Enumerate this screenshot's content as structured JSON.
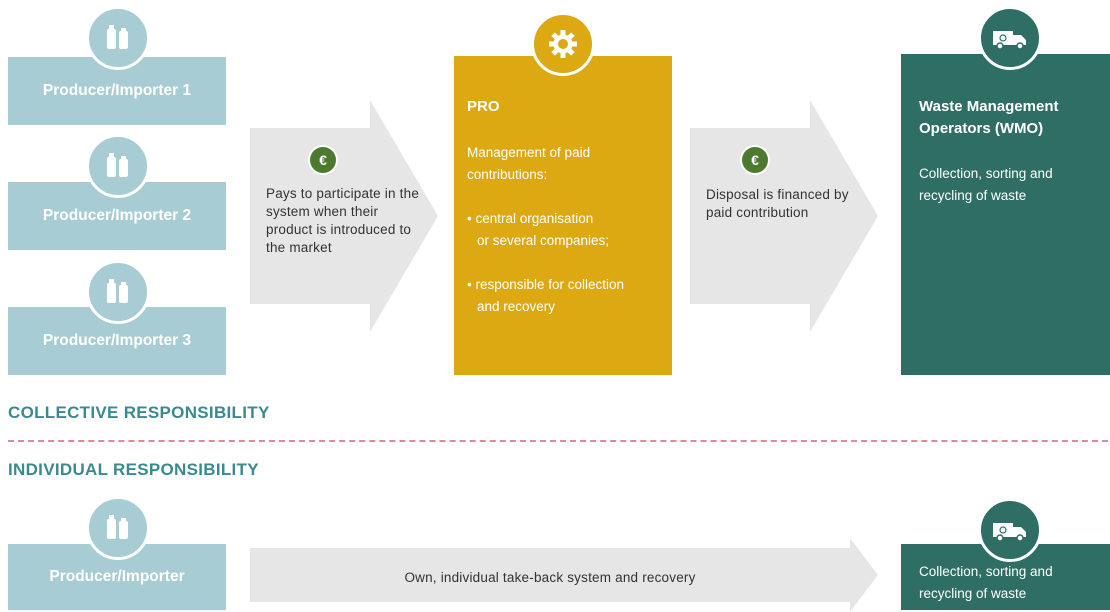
{
  "collective": {
    "producers": [
      {
        "label": "Producer/Importer 1"
      },
      {
        "label": "Producer/Importer 2"
      },
      {
        "label": "Producer/Importer 3"
      }
    ],
    "arrow1_text": "Pays to participate in the system when their product is introduced to the market",
    "arrow1_icon": "euro-icon",
    "pro": {
      "title": "PRO",
      "subtitle": "Management of paid contributions:",
      "bullet1": "• central organisation",
      "bullet1b": "or several companies;",
      "bullet2": "• responsible for collection",
      "bullet2b": "and recovery",
      "icon": "gear-icon"
    },
    "arrow2_text": "Disposal is financed by paid contribution",
    "arrow2_icon": "euro-icon",
    "wmo": {
      "title": "Waste Management Operators (WMO)",
      "text": "Collection, sorting and recycling of waste",
      "icon": "truck-icon"
    },
    "heading": "COLLECTIVE RESPONSIBILITY"
  },
  "individual": {
    "heading": "INDIVIDUAL RESPONSIBILITY",
    "producer": {
      "label": "Producer/Importer"
    },
    "arrow_text": "Own, individual take-back system and recovery",
    "wmo_text": "Collection, sorting and recycling of waste"
  },
  "colors": {
    "producer": "#a8ccd4",
    "pro": "#dca912",
    "wmo": "#2e6e64",
    "arrow": "#e6e6e6",
    "euro": "#4d7a2e",
    "heading": "#3a8a92",
    "divider": "#d98c9a"
  }
}
